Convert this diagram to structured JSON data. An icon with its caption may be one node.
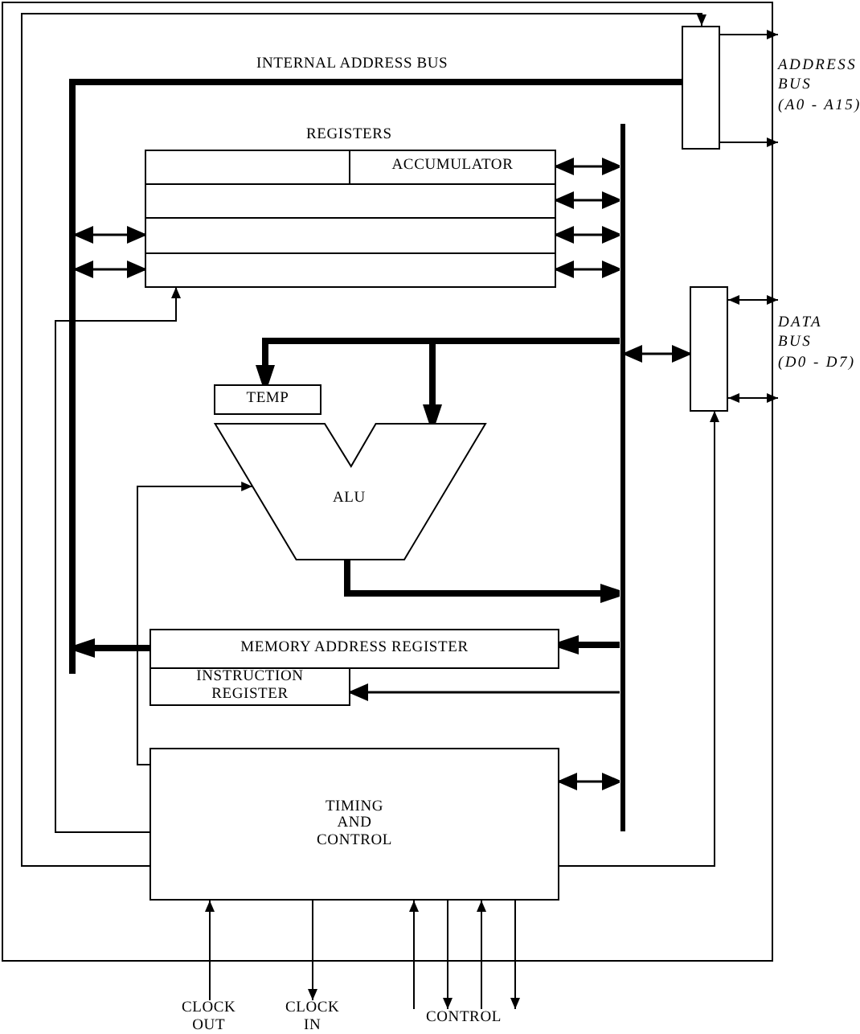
{
  "diagram": {
    "nodes": [
      {
        "text": [],
        "shape": "box"
      },
      {
        "text": [],
        "shape": "box",
        "in": 0
      },
      {
        "text": [],
        "shape": "bar",
        "in": 0
      },
      {
        "text": [
          "REGISTERS"
        ],
        "in": 0
      },
      {
        "text": [],
        "shape": "box",
        "in": 3
      },
      {
        "text": [
          "ACCUMULATOR"
        ],
        "in": 3
      },
      {
        "text": [],
        "shape": "box",
        "in": 3
      },
      {
        "text": [],
        "shape": "box",
        "in": 3
      },
      {
        "text": [],
        "shape": "box",
        "in": 3
      },
      {
        "text": [],
        "shape": "bar",
        "in": 0
      },
      {
        "text": [],
        "shape": "box",
        "in": 0
      },
      {
        "text": [
          "TEMP"
        ],
        "in": 0
      },
      {
        "text": [
          "ALU"
        ],
        "in": 0
      },
      {
        "text": [
          "MEMORY ADDRESS REGISTER"
        ],
        "in": 0
      },
      {
        "text": [
          "INSTRUCTION REGISTER"
        ],
        "in": 0
      },
      {
        "text": [
          "TIMING AND CONTROL"
        ],
        "in": 0
      },
      {
        "text": [
          "CLOCK OUT"
        ]
      },
      {
        "text": [
          "CLOCK IN"
        ]
      },
      {
        "text": [
          "CONTROL"
        ]
      },
      {
        "text": [
          "ADDRESS BUS (A0 - A15)"
        ]
      },
      {
        "text": [
          "DATA BUS (D0 - D7)"
        ]
      }
    ],
    "edges": [
      {
        "from": 15,
        "to": 1,
        "arrow": "to"
      },
      {
        "from": 2,
        "to": 1,
        "arrow": "none",
        "label": "INTERNAL ADDRESS BUS",
        "style": "thick"
      },
      {
        "from": 1,
        "to": 19,
        "arrow": "to"
      },
      {
        "from": 1,
        "to": 19,
        "arrow": "to"
      },
      {
        "from": 5,
        "to": 9,
        "arrow": "both"
      },
      {
        "from": 6,
        "to": 9,
        "arrow": "both"
      },
      {
        "from": 7,
        "to": 9,
        "arrow": "both"
      },
      {
        "from": 8,
        "to": 9,
        "arrow": "both"
      },
      {
        "from": 2,
        "to": 7,
        "arrow": "both"
      },
      {
        "from": 2,
        "to": 8,
        "arrow": "both"
      },
      {
        "from": 15,
        "to": 3,
        "arrow": "to"
      },
      {
        "from": 9,
        "to": 10,
        "arrow": "both"
      },
      {
        "from": 10,
        "to": 20,
        "arrow": "both"
      },
      {
        "from": 10,
        "to": 20,
        "arrow": "both"
      },
      {
        "from": 9,
        "to": 11,
        "arrow": "to",
        "style": "thick"
      },
      {
        "from": 9,
        "to": 12,
        "arrow": "to",
        "style": "thick"
      },
      {
        "from": 15,
        "to": 12,
        "arrow": "to"
      },
      {
        "from": 12,
        "to": 9,
        "arrow": "to",
        "style": "thick"
      },
      {
        "from": 13,
        "to": 2,
        "arrow": "to",
        "style": "thick"
      },
      {
        "from": 9,
        "to": 13,
        "arrow": "to",
        "style": "thick"
      },
      {
        "from": 9,
        "to": 14,
        "arrow": "to"
      },
      {
        "from": 15,
        "to": 9,
        "arrow": "both"
      },
      {
        "from": 15,
        "to": 10,
        "arrow": "to"
      },
      {
        "from": 16,
        "to": 15,
        "arrow": "to"
      },
      {
        "from": 15,
        "to": 17,
        "arrow": "to"
      },
      {
        "from": 18,
        "to": 15,
        "arrow": "to"
      },
      {
        "from": 15,
        "to": 18,
        "arrow": "to"
      },
      {
        "from": 18,
        "to": 15,
        "arrow": "to"
      },
      {
        "from": 15,
        "to": 18,
        "arrow": "to"
      }
    ]
  }
}
